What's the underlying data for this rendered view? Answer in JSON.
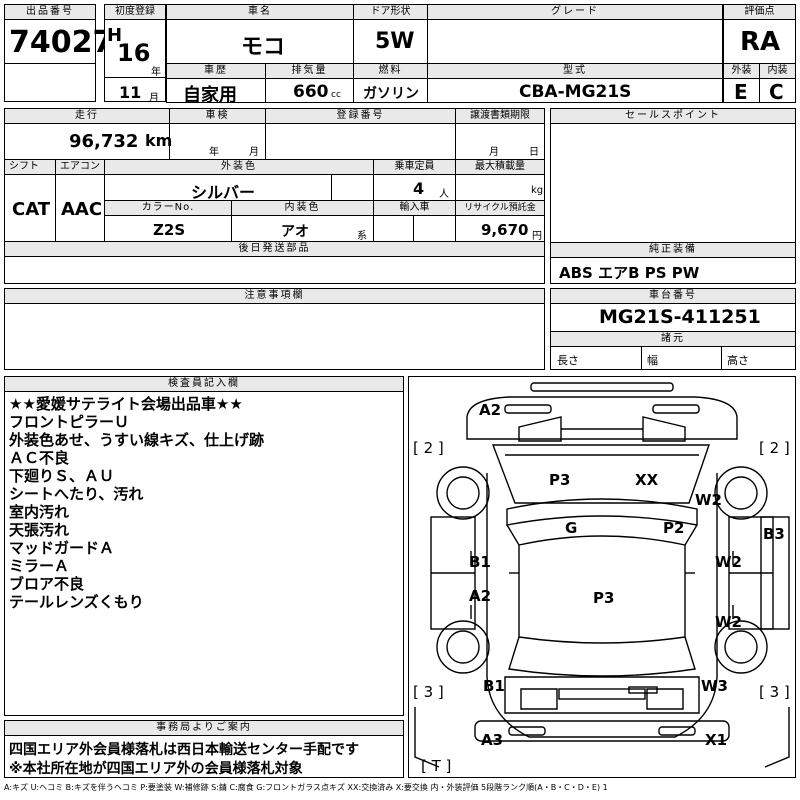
{
  "header": {
    "lot_no_label": "出品番号",
    "lot_no": "74027",
    "first_reg_label": "初度登録",
    "era": "H",
    "year": "16",
    "year_unit": "年",
    "month": "11",
    "month_unit": "月",
    "car_name_label": "車名",
    "car_name": "モコ",
    "door_label": "ドア形状",
    "door": "5W",
    "grade_label": "グレード",
    "grade": "",
    "score_label": "評価点",
    "score": "RA",
    "history_label": "車歴",
    "history": "自家用",
    "displacement_label": "排気量",
    "displacement": "660",
    "displacement_unit": "cc",
    "fuel_label": "燃料",
    "fuel": "ガソリン",
    "model_label": "型式",
    "model": "CBA-MG21S",
    "exterior_label": "外装",
    "exterior": "E",
    "interior_label": "内装",
    "interior": "C"
  },
  "details": {
    "mileage_label": "走行",
    "mileage": "96,732",
    "mileage_unit": "km",
    "inspection_label": "車検",
    "inspection_year_unit": "年",
    "inspection_month_unit": "月",
    "reg_no_label": "登録番号",
    "transfer_label": "譲渡書類期限",
    "transfer_month_unit": "月",
    "transfer_day_unit": "日",
    "shift_label": "シフト",
    "shift": "CAT",
    "ac_label": "エアコン",
    "ac": "AAC",
    "ext_color_label": "外装色",
    "ext_color": "シルバー",
    "capacity_label": "乗車定員",
    "capacity": "4",
    "capacity_unit": "人",
    "max_load_label": "最大積載量",
    "max_load_unit": "kg",
    "color_no_label": "カラーNo.",
    "color_no": "Z2S",
    "int_color_label": "内装色",
    "int_color": "アオ",
    "int_color_unit": "系",
    "import_label": "輸入車",
    "recycle_label": "リサイクル預託金",
    "recycle": "9,670",
    "recycle_unit": "円",
    "later_parts_label": "後日発送部品"
  },
  "sales_points": {
    "label": "セールスポイント"
  },
  "equipment": {
    "label": "純正装備",
    "value": "ABS エアB PS PW"
  },
  "chassis": {
    "label": "車台番号",
    "value": "MG21S-411251"
  },
  "dims": {
    "label": "諸元",
    "length": "長さ",
    "width": "幅",
    "height": "高さ"
  },
  "caution": {
    "label": "注意事項欄"
  },
  "inspector": {
    "label": "検査員記入欄",
    "lines": [
      "★★愛媛サテライト会場出品車★★",
      "フロントピラーＵ",
      "外装色あせ、うすい線キズ、仕上げ跡",
      "ＡＣ不良",
      "下廻りＳ、ＡＵ",
      "シートへたり、汚れ",
      "室内汚れ",
      "天張汚れ",
      "マッドガードＡ",
      "ミラーＡ",
      "ブロア不良",
      "テールレンズくもり"
    ]
  },
  "office": {
    "label": "事務局よりご案内",
    "line1": "四国エリア外会員様落札は西日本輸送センター手配です",
    "line2": "※本社所在地が四国エリア外の会員様落札対象"
  },
  "diagram": {
    "marks": {
      "a2_top": "A2",
      "p3_front": "P3",
      "xx": "XX",
      "w2_right_front": "W2",
      "g": "G",
      "p2": "P2",
      "b3": "B3",
      "b1_left": "B1",
      "w2_right_mid": "W2",
      "a2_left": "A2",
      "p3_roof": "P3",
      "w2_right_rear": "W2",
      "b1_rear": "B1",
      "w3": "W3",
      "a3": "A3",
      "x1": "X1"
    },
    "bracket_left_top": "[ 2 ]",
    "bracket_right_top": "[ 2 ]",
    "bracket_left_bottom": "[ 3 ]",
    "bracket_right_bottom": "[ 3 ]",
    "bracket_trunk": "[ T ]"
  },
  "legend": "A:キズ U:ヘコミ B:キズを伴うヘコミ P:要塗装 W:補修跡 S:錆 C:腐食 G:フロントガラス点キズ XX:交換済み X:要交換 内・外装評価 5段階ランク順(A・B・C・D・E) 1"
}
